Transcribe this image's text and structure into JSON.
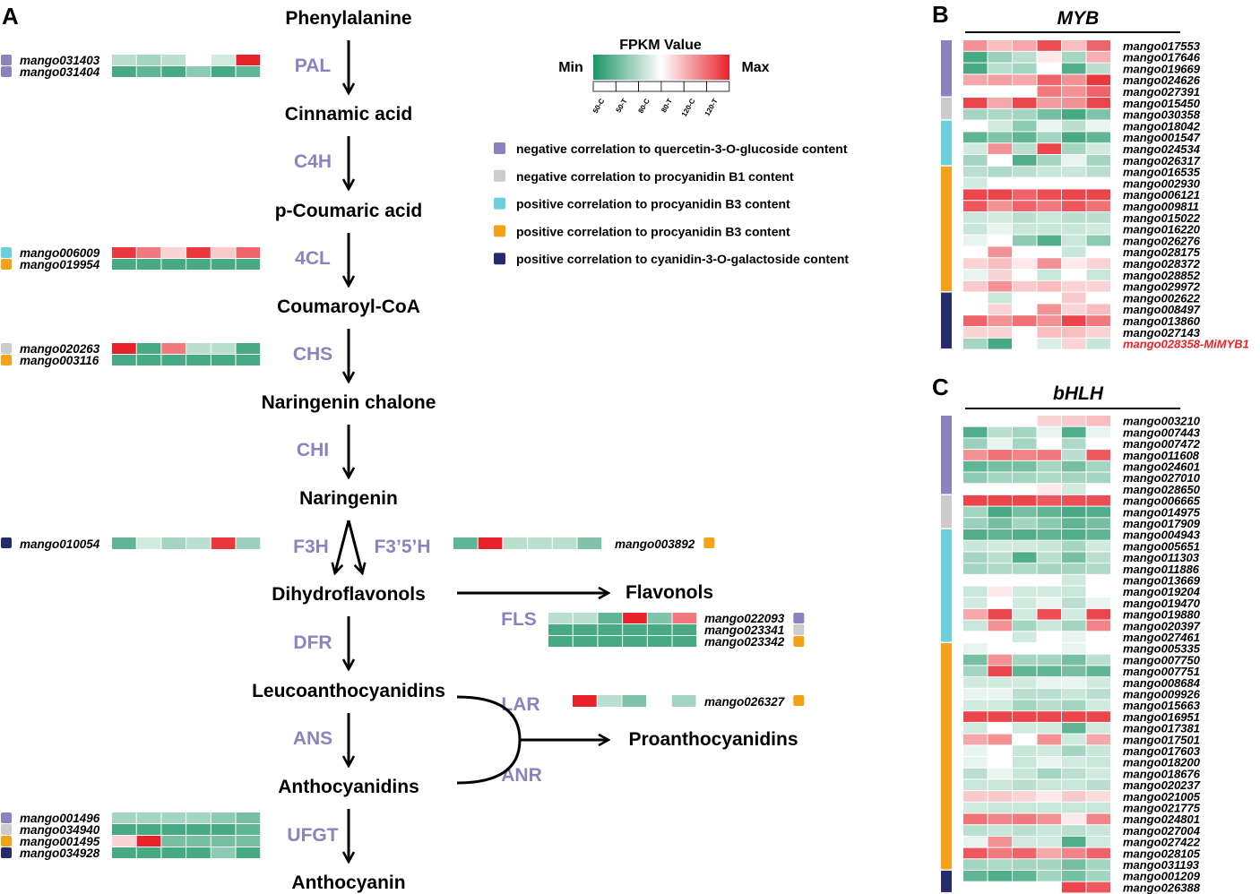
{
  "panels": {
    "a": "A",
    "b": "B",
    "c": "C"
  },
  "colors": {
    "min": "#1a9566",
    "mid": "#ffffff",
    "max": "#e8222a",
    "purple": "#8b83c0",
    "gray": "#cccccc",
    "cyan": "#6ccfdc",
    "orange": "#f5a21b",
    "navy": "#252c6b"
  },
  "pathway": {
    "metabolites": [
      "Phenylalanine",
      "Cinnamic acid",
      "p-Coumaric acid",
      "Coumaroyl-CoA",
      "Naringenin chalone",
      "Naringenin",
      "Dihydroflavonols",
      "Leucoanthocyanidins",
      "Anthocyanidins",
      "Anthocyanin",
      "Flavonols",
      "Proanthocyanidins"
    ],
    "enzymes": [
      "PAL",
      "C4H",
      "4CL",
      "CHS",
      "CHI",
      "F3H",
      "F3’5’H",
      "DFR",
      "ANS",
      "UFGT",
      "FLS",
      "LAR",
      "ANR"
    ]
  },
  "legend": {
    "title": "FPKM Value",
    "min_label": "Min",
    "max_label": "Max",
    "samples": [
      "50-C",
      "50-T",
      "80-C",
      "80-T",
      "120-C",
      "120-T"
    ],
    "categories": [
      {
        "color": "purple",
        "label": "negative correlation to quercetin-3-O-glucoside content"
      },
      {
        "color": "gray",
        "label": "negative correlation to procyanidin B1 content"
      },
      {
        "color": "cyan",
        "label": "positive correlation to procyanidin B3 content"
      },
      {
        "color": "orange",
        "label": "positive correlation to procyanidin B3 content"
      },
      {
        "color": "navy",
        "label": "positive correlation to cyanidin-3-O-galactoside content"
      }
    ]
  },
  "pathway_genes": [
    {
      "enzyme": "PAL",
      "rows": [
        {
          "gene": "mango031403",
          "category": "purple",
          "values": [
            0.35,
            0.3,
            0.35,
            null,
            0.4,
            1.0
          ]
        },
        {
          "gene": "mango031404",
          "category": "purple",
          "values": [
            0.1,
            0.15,
            0.1,
            0.25,
            0.1,
            0.15
          ]
        }
      ]
    },
    {
      "enzyme": "4CL",
      "rows": [
        {
          "gene": "mango006009",
          "category": "cyan",
          "values": [
            0.95,
            0.8,
            0.6,
            0.95,
            0.62,
            0.85
          ]
        },
        {
          "gene": "mango019954",
          "category": "orange",
          "values": [
            0.1,
            0.1,
            0.1,
            0.1,
            0.1,
            0.1
          ]
        }
      ]
    },
    {
      "enzyme": "CHS",
      "rows": [
        {
          "gene": "mango020263",
          "category": "gray",
          "values": [
            1.0,
            0.1,
            0.8,
            0.35,
            0.35,
            0.1
          ]
        },
        {
          "gene": "mango003116",
          "category": "orange",
          "values": [
            0.1,
            0.1,
            0.1,
            0.1,
            0.1,
            0.1
          ]
        }
      ]
    },
    {
      "enzyme": "F3H",
      "rows": [
        {
          "gene": "mango010054",
          "category": "navy",
          "values": [
            0.15,
            0.4,
            0.3,
            0.35,
            0.95,
            0.28
          ]
        }
      ]
    },
    {
      "enzyme": "F3’5’H",
      "rows": [
        {
          "gene": "mango003892",
          "category": "orange",
          "values": [
            0.15,
            1.0,
            0.35,
            0.35,
            0.35,
            0.22
          ]
        }
      ]
    },
    {
      "enzyme": "FLS",
      "rows": [
        {
          "gene": "mango022093",
          "category": "purple",
          "values": [
            0.35,
            0.35,
            0.15,
            1.0,
            0.22,
            0.8
          ]
        },
        {
          "gene": "mango023341",
          "category": "gray",
          "values": [
            0.1,
            0.1,
            0.1,
            0.1,
            0.1,
            0.1
          ]
        },
        {
          "gene": "mango023342",
          "category": "orange",
          "values": [
            0.1,
            0.1,
            0.1,
            0.1,
            0.1,
            0.1
          ]
        }
      ]
    },
    {
      "enzyme": "LAR",
      "rows": [
        {
          "gene": "mango026327",
          "category": "orange",
          "values": [
            1.0,
            0.35,
            0.22,
            null,
            0.3,
            null
          ]
        }
      ]
    },
    {
      "enzyme": "UFGT",
      "rows": [
        {
          "gene": "mango001496",
          "category": "purple",
          "values": [
            0.3,
            0.3,
            0.3,
            0.3,
            0.25,
            0.2
          ]
        },
        {
          "gene": "mango034940",
          "category": "gray",
          "values": [
            0.1,
            0.1,
            0.1,
            0.1,
            0.1,
            0.15
          ]
        },
        {
          "gene": "mango001495",
          "category": "orange",
          "values": [
            0.6,
            1.0,
            0.2,
            0.2,
            0.2,
            0.2
          ]
        },
        {
          "gene": "mango034928",
          "category": "navy",
          "values": [
            0.1,
            0.1,
            0.1,
            0.1,
            0.25,
            0.1
          ]
        }
      ]
    }
  ],
  "myb": {
    "title": "MYB",
    "groups": [
      {
        "color": "purple",
        "count": 5
      },
      {
        "color": "gray",
        "count": 2
      },
      {
        "color": "cyan",
        "count": 4
      },
      {
        "color": "orange",
        "count": 11
      },
      {
        "color": "navy",
        "count": 5
      }
    ],
    "highlight": "mango028358-MiMYB1",
    "highlight_color": "#e8222a",
    "genes": [
      {
        "gene": "mango017553",
        "values": [
          0.75,
          0.65,
          0.7,
          0.9,
          0.65,
          0.85
        ]
      },
      {
        "gene": "mango017646",
        "values": [
          0.1,
          0.28,
          0.35,
          0.55,
          0.3,
          0.68
        ]
      },
      {
        "gene": "mango019669",
        "values": [
          0.1,
          0.35,
          0.3,
          0.5,
          0.12,
          0.35
        ]
      },
      {
        "gene": "mango024626",
        "values": [
          0.7,
          0.72,
          0.7,
          0.85,
          0.75,
          0.95
        ]
      },
      {
        "gene": "mango027391",
        "values": [
          0.5,
          0.5,
          0.5,
          0.8,
          0.75,
          0.85
        ]
      },
      {
        "gene": "mango015450",
        "values": [
          0.92,
          0.7,
          0.92,
          0.72,
          0.75,
          0.92
        ]
      },
      {
        "gene": "mango030358",
        "values": [
          0.3,
          0.32,
          0.3,
          0.2,
          0.1,
          0.22
        ]
      },
      {
        "gene": "mango018042",
        "values": [
          0.5,
          0.4,
          0.25,
          0.45,
          0.35,
          0.45
        ]
      },
      {
        "gene": "mango001547",
        "values": [
          0.15,
          0.22,
          0.15,
          0.3,
          0.1,
          0.15
        ]
      },
      {
        "gene": "mango024534",
        "values": [
          0.4,
          0.75,
          0.35,
          0.92,
          0.3,
          0.4
        ]
      },
      {
        "gene": "mango026317",
        "values": [
          0.3,
          0.5,
          0.12,
          0.3,
          0.45,
          0.3
        ]
      },
      {
        "gene": "mango016535",
        "values": [
          0.35,
          0.32,
          0.35,
          0.38,
          0.38,
          0.35
        ]
      },
      {
        "gene": "mango002930",
        "values": [
          0.4,
          0.5,
          0.5,
          0.5,
          0.5,
          0.5
        ]
      },
      {
        "gene": "mango006121",
        "values": [
          0.92,
          0.92,
          0.85,
          0.9,
          0.92,
          0.92
        ]
      },
      {
        "gene": "mango009811",
        "values": [
          0.88,
          0.75,
          0.85,
          0.8,
          0.88,
          0.82
        ]
      },
      {
        "gene": "mango015022",
        "values": [
          0.38,
          0.4,
          0.35,
          0.38,
          0.35,
          0.35
        ]
      },
      {
        "gene": "mango016220",
        "values": [
          0.38,
          0.45,
          0.38,
          0.38,
          0.38,
          0.4
        ]
      },
      {
        "gene": "mango026276",
        "values": [
          0.45,
          0.5,
          0.25,
          0.12,
          0.38,
          0.25
        ]
      },
      {
        "gene": "mango028175",
        "values": [
          0.5,
          0.75,
          0.5,
          0.5,
          0.38,
          0.5
        ]
      },
      {
        "gene": "mango028372",
        "values": [
          0.6,
          0.65,
          0.55,
          0.75,
          0.55,
          0.6
        ]
      },
      {
        "gene": "mango028852",
        "values": [
          0.45,
          0.6,
          0.5,
          0.38,
          0.5,
          0.38
        ]
      },
      {
        "gene": "mango029972",
        "values": [
          0.62,
          0.75,
          0.62,
          0.65,
          0.6,
          0.6
        ]
      },
      {
        "gene": "mango002622",
        "values": [
          0.5,
          0.38,
          0.5,
          0.5,
          0.62,
          0.5
        ]
      },
      {
        "gene": "mango008497",
        "values": [
          0.5,
          0.6,
          0.5,
          0.75,
          0.6,
          0.65
        ]
      },
      {
        "gene": "mango013860",
        "values": [
          0.85,
          0.75,
          0.82,
          0.75,
          0.92,
          0.8
        ]
      },
      {
        "gene": "mango027143",
        "values": [
          0.6,
          0.6,
          0.5,
          0.65,
          0.65,
          0.6
        ]
      },
      {
        "gene": "mango028358-MiMYB1",
        "values": [
          0.3,
          0.1,
          0.5,
          0.42,
          0.6,
          0.38
        ]
      }
    ]
  },
  "bhlh": {
    "title": "bHLH",
    "groups": [
      {
        "color": "purple",
        "count": 7
      },
      {
        "color": "gray",
        "count": 3
      },
      {
        "color": "cyan",
        "count": 10
      },
      {
        "color": "orange",
        "count": 20
      },
      {
        "color": "navy",
        "count": 2
      }
    ],
    "genes": [
      {
        "gene": "mango003210",
        "values": [
          0.5,
          0.5,
          0.5,
          0.6,
          0.62,
          0.65
        ]
      },
      {
        "gene": "mango007443",
        "values": [
          0.12,
          0.35,
          0.3,
          0.45,
          0.12,
          0.45
        ]
      },
      {
        "gene": "mango007472",
        "values": [
          0.28,
          0.45,
          0.3,
          0.5,
          0.32,
          0.5
        ]
      },
      {
        "gene": "mango011608",
        "values": [
          0.75,
          0.82,
          0.78,
          0.8,
          0.35,
          0.88
        ]
      },
      {
        "gene": "mango024601",
        "values": [
          0.15,
          0.2,
          0.2,
          0.3,
          0.2,
          0.3
        ]
      },
      {
        "gene": "mango027010",
        "values": [
          0.25,
          0.3,
          0.3,
          0.32,
          0.3,
          0.3
        ]
      },
      {
        "gene": "mango028650",
        "values": [
          0.5,
          0.5,
          0.5,
          0.55,
          0.4,
          0.5
        ]
      },
      {
        "gene": "mango006665",
        "values": [
          0.92,
          0.92,
          0.92,
          0.88,
          0.9,
          0.9
        ]
      },
      {
        "gene": "mango014975",
        "values": [
          0.3,
          0.1,
          0.2,
          0.15,
          0.1,
          0.12
        ]
      },
      {
        "gene": "mango017909",
        "values": [
          0.28,
          0.2,
          0.3,
          0.25,
          0.15,
          0.2
        ]
      },
      {
        "gene": "mango004943",
        "values": [
          0.12,
          0.15,
          0.12,
          0.15,
          0.12,
          0.15
        ]
      },
      {
        "gene": "mango005651",
        "values": [
          0.38,
          0.4,
          0.4,
          0.38,
          0.3,
          0.4
        ]
      },
      {
        "gene": "mango011303",
        "values": [
          0.3,
          0.35,
          0.12,
          0.35,
          0.2,
          0.35
        ]
      },
      {
        "gene": "mango011886",
        "values": [
          0.3,
          0.32,
          0.32,
          0.3,
          0.3,
          0.32
        ]
      },
      {
        "gene": "mango013669",
        "values": [
          0.5,
          0.5,
          0.5,
          0.5,
          0.4,
          0.5
        ]
      },
      {
        "gene": "mango019204",
        "values": [
          0.38,
          0.55,
          0.4,
          0.4,
          0.38,
          0.5
        ]
      },
      {
        "gene": "mango019470",
        "values": [
          0.4,
          0.5,
          0.4,
          0.45,
          0.35,
          0.45
        ]
      },
      {
        "gene": "mango019880",
        "values": [
          0.7,
          0.92,
          0.4,
          0.9,
          0.4,
          0.92
        ]
      },
      {
        "gene": "mango020397",
        "values": [
          0.38,
          0.75,
          0.3,
          0.38,
          0.3,
          0.78
        ]
      },
      {
        "gene": "mango027461",
        "values": [
          0.5,
          0.5,
          0.4,
          0.5,
          0.45,
          0.5
        ]
      },
      {
        "gene": "mango005335",
        "values": [
          0.45,
          0.5,
          0.5,
          0.5,
          0.45,
          0.5
        ]
      },
      {
        "gene": "mango007750",
        "values": [
          0.2,
          0.75,
          0.3,
          0.3,
          0.2,
          0.35
        ]
      },
      {
        "gene": "mango007751",
        "values": [
          0.3,
          0.92,
          0.15,
          0.15,
          0.2,
          0.15
        ]
      },
      {
        "gene": "mango008684",
        "values": [
          0.4,
          0.4,
          0.4,
          0.45,
          0.45,
          0.4
        ]
      },
      {
        "gene": "mango009926",
        "values": [
          0.45,
          0.45,
          0.35,
          0.35,
          0.38,
          0.35
        ]
      },
      {
        "gene": "mango015663",
        "values": [
          0.4,
          0.4,
          0.3,
          0.35,
          0.3,
          0.4
        ]
      },
      {
        "gene": "mango016951",
        "values": [
          0.92,
          0.92,
          0.92,
          0.92,
          0.92,
          0.92
        ]
      },
      {
        "gene": "mango017381",
        "values": [
          0.4,
          0.5,
          0.4,
          0.4,
          0.15,
          0.4
        ]
      },
      {
        "gene": "mango017501",
        "values": [
          0.7,
          0.75,
          0.5,
          0.75,
          0.4,
          0.7
        ]
      },
      {
        "gene": "mango017603",
        "values": [
          0.45,
          0.5,
          0.38,
          0.4,
          0.3,
          0.38
        ]
      },
      {
        "gene": "mango018200",
        "values": [
          0.45,
          0.5,
          0.38,
          0.45,
          0.4,
          0.38
        ]
      },
      {
        "gene": "mango018676",
        "values": [
          0.35,
          0.45,
          0.38,
          0.3,
          0.35,
          0.4
        ]
      },
      {
        "gene": "mango020237",
        "values": [
          0.38,
          0.38,
          0.35,
          0.38,
          0.38,
          0.35
        ]
      },
      {
        "gene": "mango021005",
        "values": [
          0.62,
          0.62,
          0.6,
          0.55,
          0.62,
          0.58
        ]
      },
      {
        "gene": "mango021775",
        "values": [
          0.4,
          0.38,
          0.38,
          0.38,
          0.38,
          0.38
        ]
      },
      {
        "gene": "mango024801",
        "values": [
          0.82,
          0.78,
          0.8,
          0.75,
          0.55,
          0.78
        ]
      },
      {
        "gene": "mango027004",
        "values": [
          0.35,
          0.38,
          0.35,
          0.38,
          0.35,
          0.38
        ]
      },
      {
        "gene": "mango027422",
        "values": [
          0.45,
          0.75,
          0.4,
          0.4,
          0.12,
          0.4
        ]
      },
      {
        "gene": "mango028105",
        "values": [
          0.88,
          0.8,
          0.85,
          0.7,
          0.78,
          0.85
        ]
      },
      {
        "gene": "mango031193",
        "values": [
          0.3,
          0.32,
          0.3,
          0.3,
          0.2,
          0.3
        ]
      },
      {
        "gene": "mango001209",
        "values": [
          0.15,
          0.12,
          0.15,
          0.3,
          0.2,
          0.3
        ]
      },
      {
        "gene": "mango026388",
        "values": [
          0.5,
          0.5,
          0.5,
          0.5,
          0.92,
          0.88
        ]
      }
    ]
  }
}
